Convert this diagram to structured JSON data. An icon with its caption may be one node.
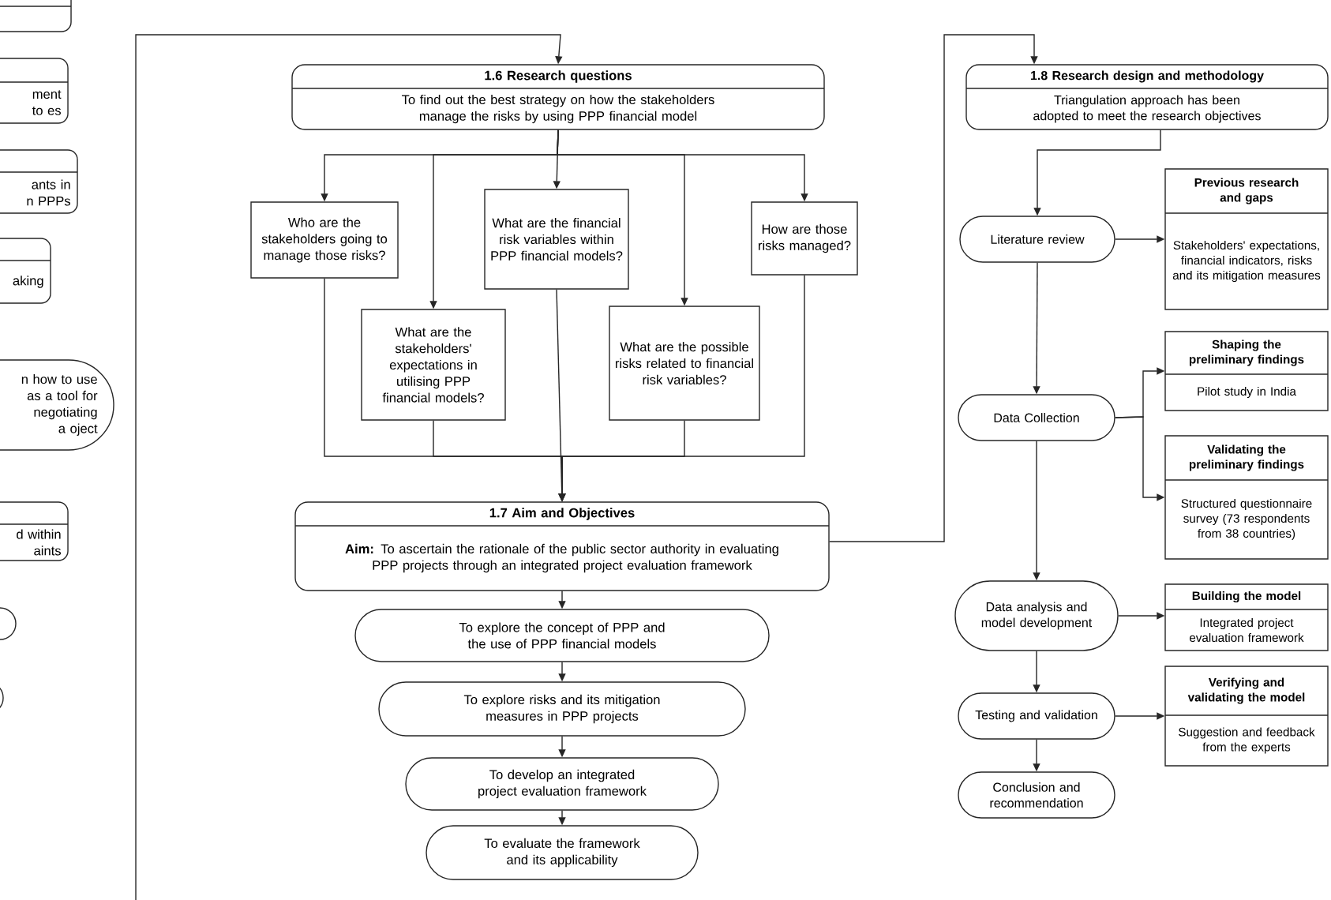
{
  "diagram": {
    "nodes": [
      {
        "text": [],
        "shape": "box"
      },
      {
        "text": [
          "ment to es"
        ]
      },
      {
        "text": [
          "ants in n PPPs"
        ]
      },
      {
        "text": [
          "aking"
        ]
      },
      {
        "text": [
          "n how to use as a tool for negotiating a oject"
        ]
      },
      {
        "text": [
          "d within aints"
        ]
      },
      {
        "text": [],
        "shape": "box"
      },
      {
        "text": [],
        "shape": "box"
      },
      {
        "text": [
          "1.6 Research questions",
          "To find out the best strategy on how the stakeholders manage the risks by using PPP financial model"
        ]
      },
      {
        "text": [
          "Who are the stakeholders going to manage those risks?"
        ]
      },
      {
        "text": [
          "What are the stakeholders' expectations in utilising PPP financial models?"
        ]
      },
      {
        "text": [
          "What are the financial risk variables within PPP financial models?"
        ]
      },
      {
        "text": [
          "What are the possible risks related to financial risk variables?"
        ]
      },
      {
        "text": [
          "How are those risks managed?"
        ]
      },
      {
        "text": [
          "1.7 Aim and Objectives",
          "**Aim:** To ascertain the rationale of the public sector authority in evaluating PPP projects through an integrated project evaluation framework"
        ]
      },
      {
        "text": [
          "To explore the concept of PPP and the use of PPP financial models"
        ]
      },
      {
        "text": [
          "To explore risks and its mitigation measures in PPP projects"
        ]
      },
      {
        "text": [
          "To develop an integrated project evaluation framework"
        ]
      },
      {
        "text": [
          "To evaluate the framework and its applicability"
        ]
      },
      {
        "text": [
          "1.8 Research design and methodology",
          "Triangulation approach has been adopted to meet the research objectives"
        ]
      },
      {
        "text": [
          "Literature review"
        ]
      },
      {
        "text": [
          "Previous research and gaps",
          "Stakeholders' expectations, financial indicators, risks and its mitigation measures"
        ]
      },
      {
        "text": [
          "Data Collection"
        ]
      },
      {
        "text": [
          "Shaping the preliminary findings",
          "Pilot study in India"
        ]
      },
      {
        "text": [
          "Validating the preliminary findings",
          "Structured questionnaire survey (73 respondents from 38 countries)"
        ]
      },
      {
        "text": [
          "Data analysis and model development"
        ]
      },
      {
        "text": [
          "Building the model",
          "Integrated project evaluation framework"
        ]
      },
      {
        "text": [
          "Testing and validation"
        ]
      },
      {
        "text": [
          "Verifying and validating the model",
          "Suggestion and feedback from the experts"
        ]
      },
      {
        "text": [
          "Conclusion and recommendation"
        ]
      }
    ],
    "edges": [
      {
        "from": null,
        "to": 8,
        "arrow": "to"
      },
      {
        "from": 8,
        "to": 9,
        "arrow": "to"
      },
      {
        "from": 8,
        "to": 10,
        "arrow": "to"
      },
      {
        "from": 8,
        "to": 11,
        "arrow": "to"
      },
      {
        "from": 8,
        "to": 12,
        "arrow": "to"
      },
      {
        "from": 8,
        "to": 13,
        "arrow": "to"
      },
      {
        "from": 9,
        "to": 14,
        "arrow": "to"
      },
      {
        "from": 10,
        "to": 14,
        "arrow": "to"
      },
      {
        "from": 11,
        "to": 14,
        "arrow": "to"
      },
      {
        "from": 12,
        "to": 14,
        "arrow": "to"
      },
      {
        "from": 13,
        "to": 14,
        "arrow": "to"
      },
      {
        "from": 14,
        "to": 15,
        "arrow": "to"
      },
      {
        "from": 15,
        "to": 16,
        "arrow": "to"
      },
      {
        "from": 16,
        "to": 17,
        "arrow": "to"
      },
      {
        "from": 17,
        "to": 18,
        "arrow": "to"
      },
      {
        "from": 14,
        "to": 19,
        "arrow": "to"
      },
      {
        "from": 19,
        "to": 20,
        "arrow": "to"
      },
      {
        "from": 20,
        "to": 21,
        "arrow": "to"
      },
      {
        "from": 20,
        "to": 22,
        "arrow": "to"
      },
      {
        "from": 22,
        "to": 23,
        "arrow": "to"
      },
      {
        "from": 22,
        "to": 24,
        "arrow": "to"
      },
      {
        "from": 22,
        "to": 25,
        "arrow": "to"
      },
      {
        "from": 25,
        "to": 26,
        "arrow": "to"
      },
      {
        "from": 25,
        "to": 27,
        "arrow": "to"
      },
      {
        "from": 27,
        "to": 28,
        "arrow": "to"
      },
      {
        "from": 27,
        "to": 29,
        "arrow": "to"
      }
    ]
  }
}
